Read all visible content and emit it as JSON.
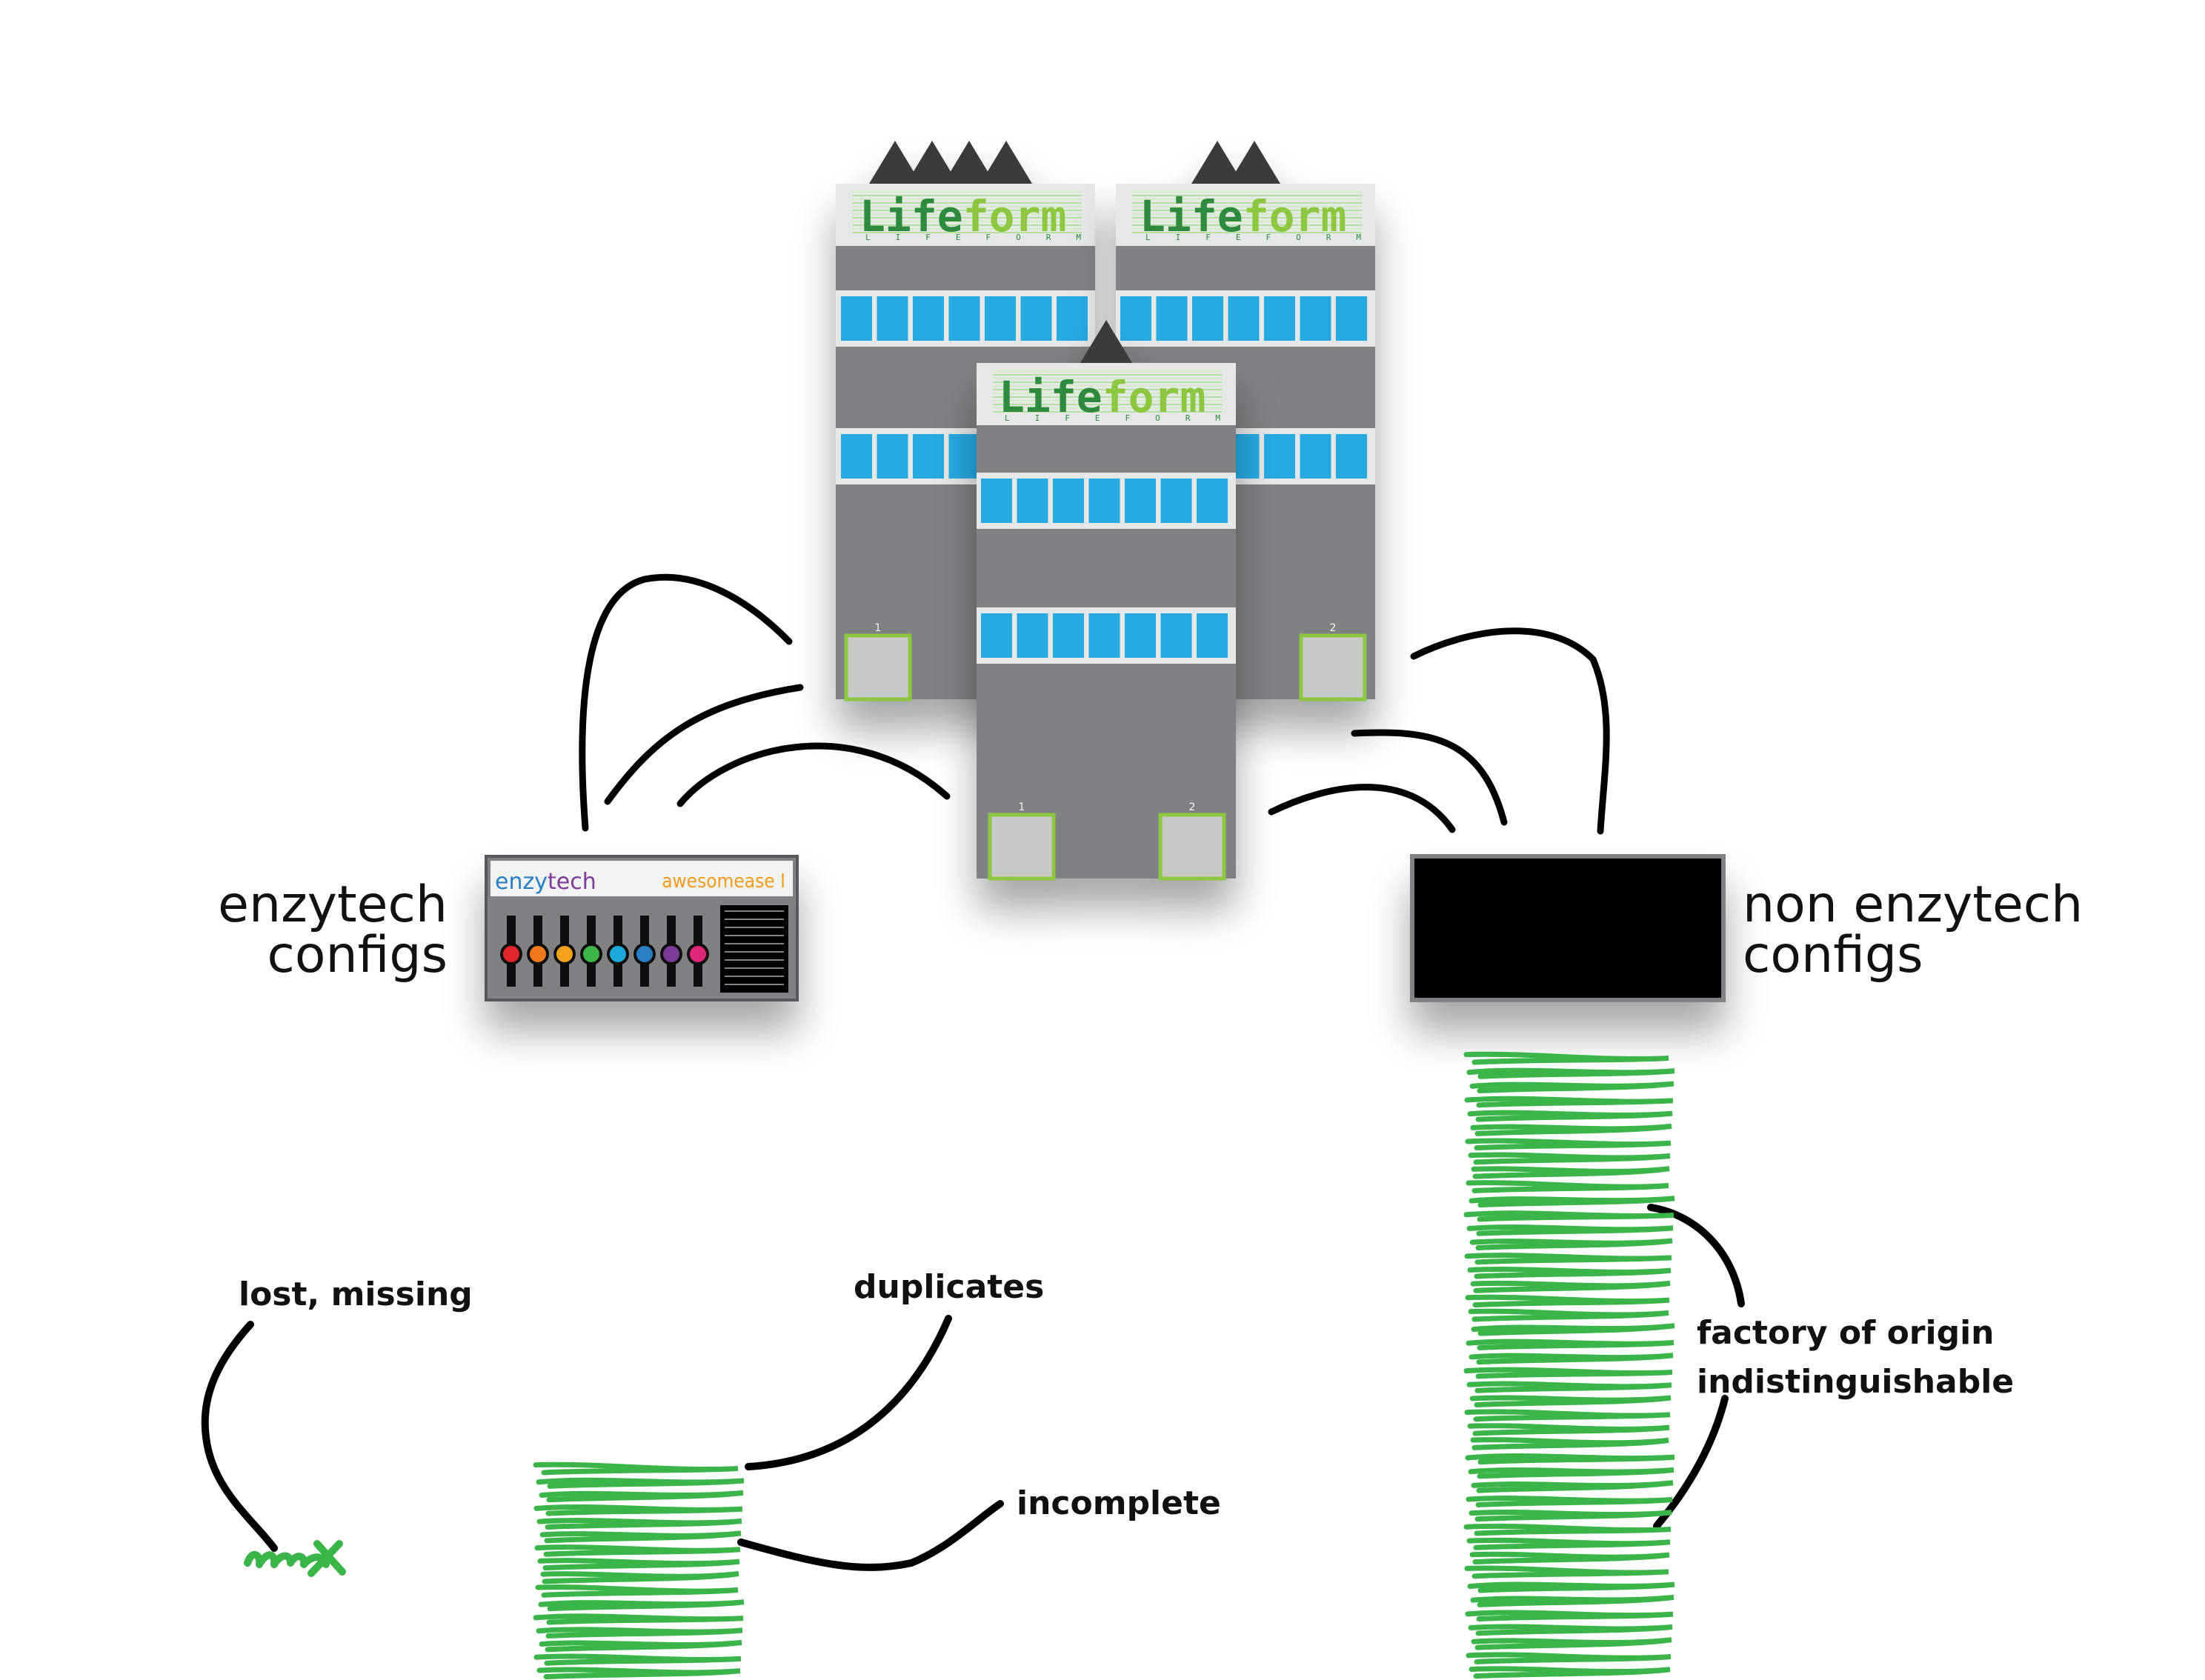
{
  "factory": {
    "logo_word_part1": "Life",
    "logo_word_part2": "form",
    "logo_subtext": "LIFEFORM",
    "door_numbers": [
      "1",
      "2"
    ]
  },
  "enzytech_device": {
    "brand_part1": "enzy",
    "brand_part2": "tech",
    "model": "awesomease I",
    "knob_colors": [
      "#e0252c",
      "#f07a1f",
      "#f4a11c",
      "#3db54a",
      "#1ea8d8",
      "#2b7fc3",
      "#7b3a96",
      "#e0267a"
    ]
  },
  "labels": {
    "enzytech_configs_line1": "enzytech",
    "enzytech_configs_line2": "configs",
    "non_enzytech_line1": "non enzytech",
    "non_enzytech_line2": "configs",
    "lost_missing": "lost, missing",
    "duplicates": "duplicates",
    "incomplete": "incomplete",
    "factory_origin_line1": "factory of origin",
    "factory_origin_line2": "indistinguishable"
  },
  "colors": {
    "building_gray": "#808184",
    "window_blue": "#27aae1",
    "door_gray": "#c8c8c8",
    "door_border": "#8dc63f",
    "logo_green": "#6cc04a",
    "stack_green": "#3bb54a",
    "black_box": "#000000"
  }
}
